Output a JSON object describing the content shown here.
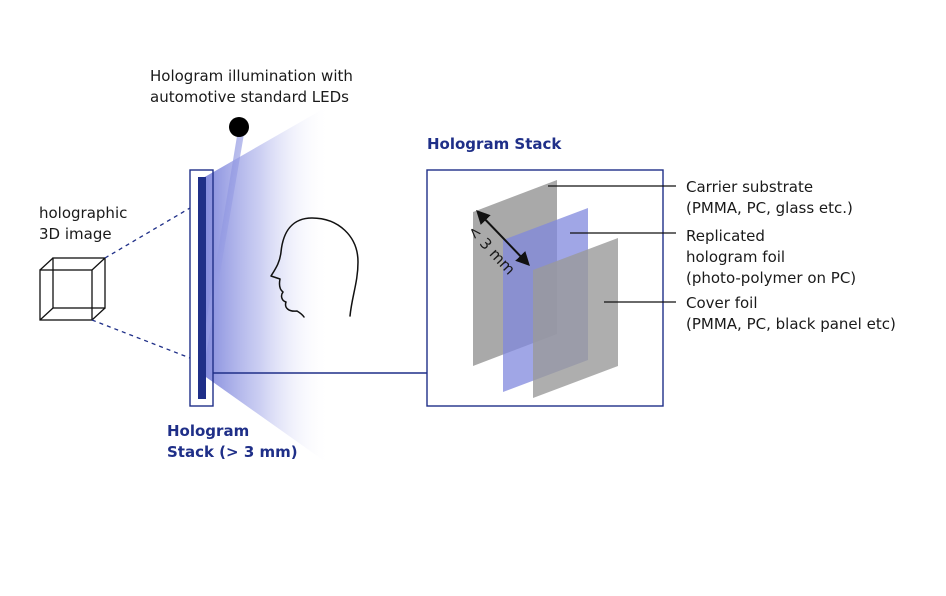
{
  "labels": {
    "illumination_line1": "Hologram illumination with",
    "illumination_line2": "automotive standard LEDs",
    "image_line1": "holographic",
    "image_line2": "3D image",
    "stack_bottom_line1": "Hologram",
    "stack_bottom_line2": "Stack (> 3 mm)",
    "stack_title": "Hologram Stack",
    "dimension": "< 3 mm",
    "carrier_line1": "Carrier substrate",
    "carrier_line2": "(PMMA, PC, glass etc.)",
    "replicated_line1": "Replicated",
    "replicated_line2": "hologram foil",
    "replicated_line3": "(photo-polymer on PC)",
    "cover_line1": "Cover foil",
    "cover_line2": "(PMMA, PC, black panel etc)"
  },
  "colors": {
    "accent_blue": "#1f2f88",
    "light_blue": "#8088dd",
    "layer_gray": "#9a9a9a",
    "line": "#1a1a1a"
  },
  "icons": {
    "led": "led-dot-icon",
    "head": "head-profile-icon",
    "cube": "wireframe-cube-icon"
  }
}
